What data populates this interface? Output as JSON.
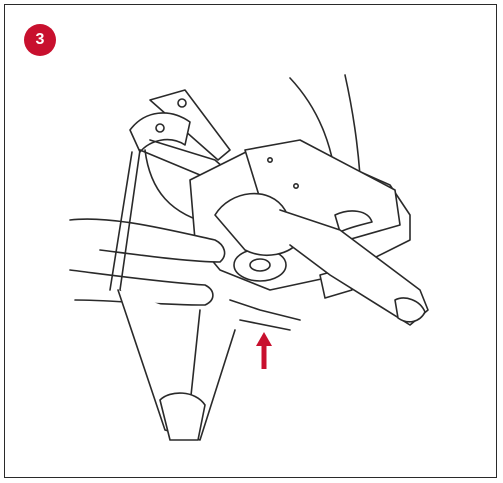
{
  "step": {
    "number": "3",
    "badge_color": "#c8102e"
  },
  "illustration": {
    "subject": "stroller-frame-folding",
    "arrow_color": "#c8102e",
    "arrow_direction": "up",
    "line_color": "#2a2a2a"
  }
}
